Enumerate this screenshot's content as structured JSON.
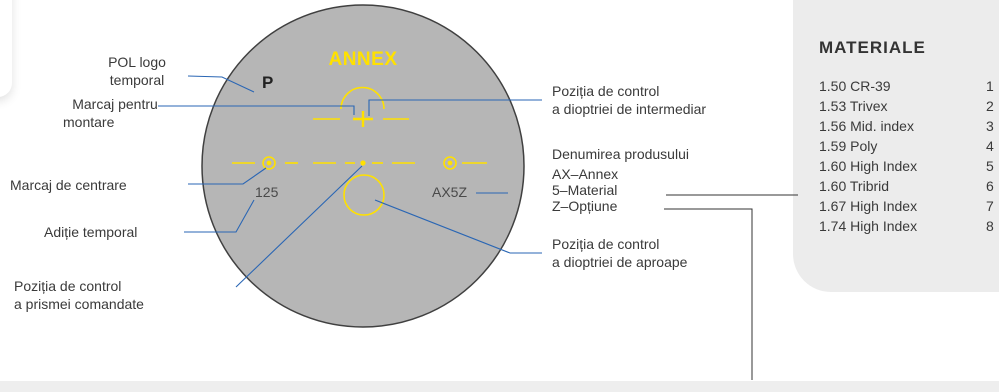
{
  "lens": {
    "brand": "ANNEX",
    "logo_mark": "P",
    "addition_value": "125",
    "product_code": "AX5Z"
  },
  "labels": {
    "pol_logo": [
      "POL logo",
      "temporal"
    ],
    "mounting_mark": [
      "Marcaj pentru",
      "montare"
    ],
    "centering_mark": "Marcaj de centrare",
    "addition": "Adiție temporal",
    "prism_control": [
      "Poziția de control",
      "a prismei comandate"
    ],
    "intermediate_control": [
      "Poziția de control",
      "a dioptriei de intermediar"
    ],
    "product_name": [
      "Denumirea produsului",
      "AX–Annex",
      "5–Material",
      "Z–Opțiune"
    ],
    "near_control": [
      "Poziția de control",
      "a dioptriei de aproape"
    ]
  },
  "materials": {
    "title": "MATERIALE",
    "items": [
      {
        "name": "1.50 CR-39",
        "code": "1"
      },
      {
        "name": "1.53 Trivex",
        "code": "2"
      },
      {
        "name": "1.56 Mid. index",
        "code": "3"
      },
      {
        "name": "1.59 Poly",
        "code": "4"
      },
      {
        "name": "1.60 High Index",
        "code": "5"
      },
      {
        "name": "1.60 Tribrid",
        "code": "6"
      },
      {
        "name": "1.67 High Index",
        "code": "7"
      },
      {
        "name": "1.74 High Index",
        "code": "8"
      }
    ]
  },
  "colors": {
    "lens_fill": "#b6b6b6",
    "lens_outline": "#404040",
    "mark_yellow": "#ffe100",
    "leader_blue": "#2a66b4",
    "panel_gray": "#ececec"
  }
}
